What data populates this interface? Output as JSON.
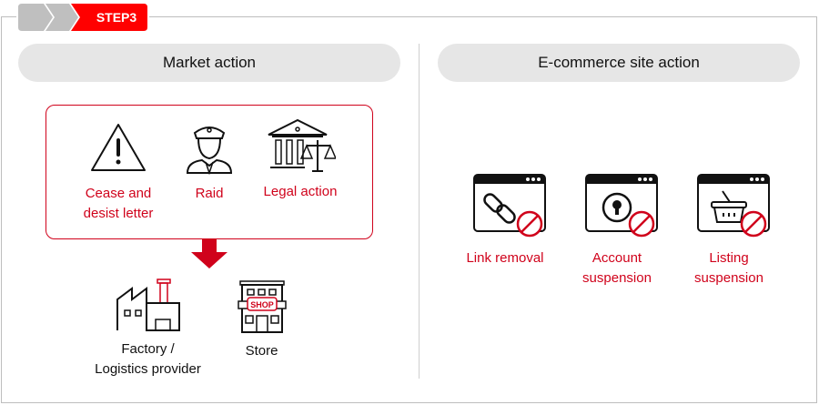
{
  "step": {
    "label": "STEP3",
    "active_color": "#ff0000",
    "inactive_color": "#bfbfbf"
  },
  "market": {
    "title": "Market action",
    "actions": [
      {
        "label_lines": [
          "Cease and",
          "desist letter"
        ],
        "icon": "warning-icon"
      },
      {
        "label_lines": [
          "Raid"
        ],
        "icon": "police-officer-icon"
      },
      {
        "label_lines": [
          "Legal action"
        ],
        "icon": "courthouse-scales-icon"
      }
    ],
    "targets": [
      {
        "label_lines": [
          "Factory /",
          "Logistics provider"
        ],
        "icon": "factory-icon"
      },
      {
        "label_lines": [
          "Store"
        ],
        "icon": "shop-icon",
        "sign_text": "SHOP"
      }
    ]
  },
  "ecommerce": {
    "title": "E-commerce site action",
    "actions": [
      {
        "label_lines": [
          "Link removal"
        ],
        "icon": "link-blocked-icon"
      },
      {
        "label_lines": [
          "Account",
          "suspension"
        ],
        "icon": "account-blocked-icon"
      },
      {
        "label_lines": [
          "Listing",
          "suspension"
        ],
        "icon": "basket-blocked-icon"
      }
    ]
  },
  "colors": {
    "accent": "#d0021b",
    "pill_bg": "#e6e6e6",
    "border": "#bdbdbd"
  }
}
